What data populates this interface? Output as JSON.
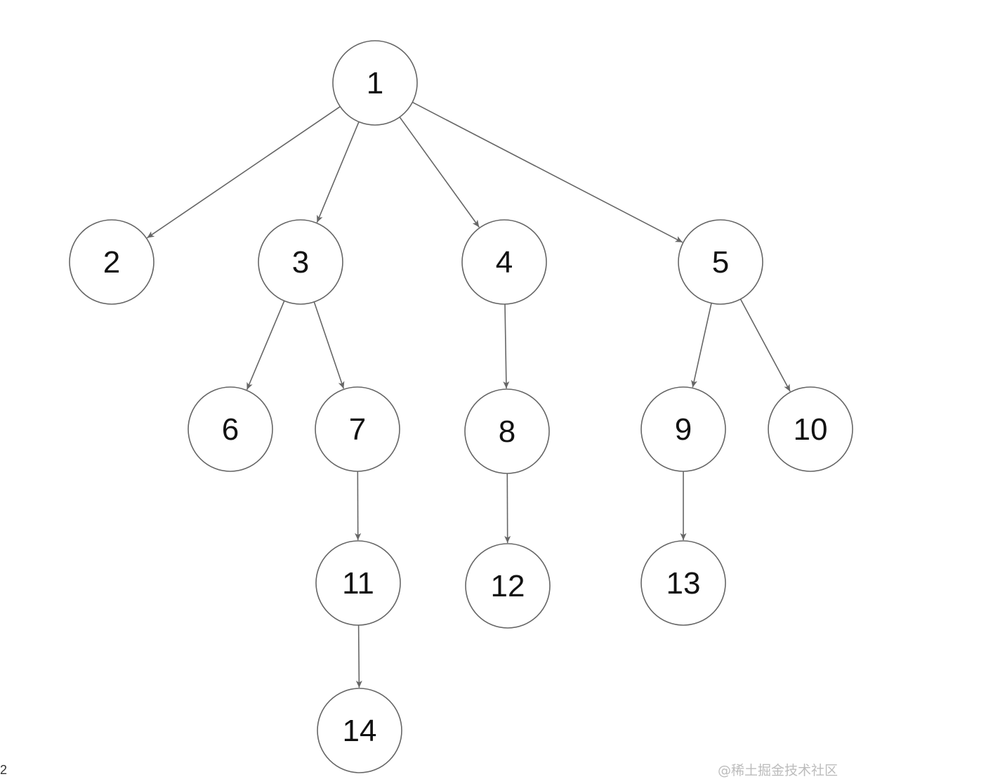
{
  "tree": {
    "nodes": [
      {
        "id": "1",
        "label": "1"
      },
      {
        "id": "2",
        "label": "2"
      },
      {
        "id": "3",
        "label": "3"
      },
      {
        "id": "4",
        "label": "4"
      },
      {
        "id": "5",
        "label": "5"
      },
      {
        "id": "6",
        "label": "6"
      },
      {
        "id": "7",
        "label": "7"
      },
      {
        "id": "8",
        "label": "8"
      },
      {
        "id": "9",
        "label": "9"
      },
      {
        "id": "10",
        "label": "10"
      },
      {
        "id": "11",
        "label": "11"
      },
      {
        "id": "12",
        "label": "12"
      },
      {
        "id": "13",
        "label": "13"
      },
      {
        "id": "14",
        "label": "14"
      }
    ],
    "edges": [
      {
        "from": "1",
        "to": "2"
      },
      {
        "from": "1",
        "to": "3"
      },
      {
        "from": "1",
        "to": "4"
      },
      {
        "from": "1",
        "to": "5"
      },
      {
        "from": "3",
        "to": "6"
      },
      {
        "from": "3",
        "to": "7"
      },
      {
        "from": "4",
        "to": "8"
      },
      {
        "from": "5",
        "to": "9"
      },
      {
        "from": "5",
        "to": "10"
      },
      {
        "from": "7",
        "to": "11"
      },
      {
        "from": "8",
        "to": "12"
      },
      {
        "from": "9",
        "to": "13"
      },
      {
        "from": "11",
        "to": "14"
      }
    ]
  },
  "watermark": "@稀土掘金技术社区",
  "corner_mark": "2",
  "colors": {
    "stroke": "#666666",
    "node_fill": "#ffffff",
    "label": "#111111",
    "watermark": "#bcbcbc"
  }
}
